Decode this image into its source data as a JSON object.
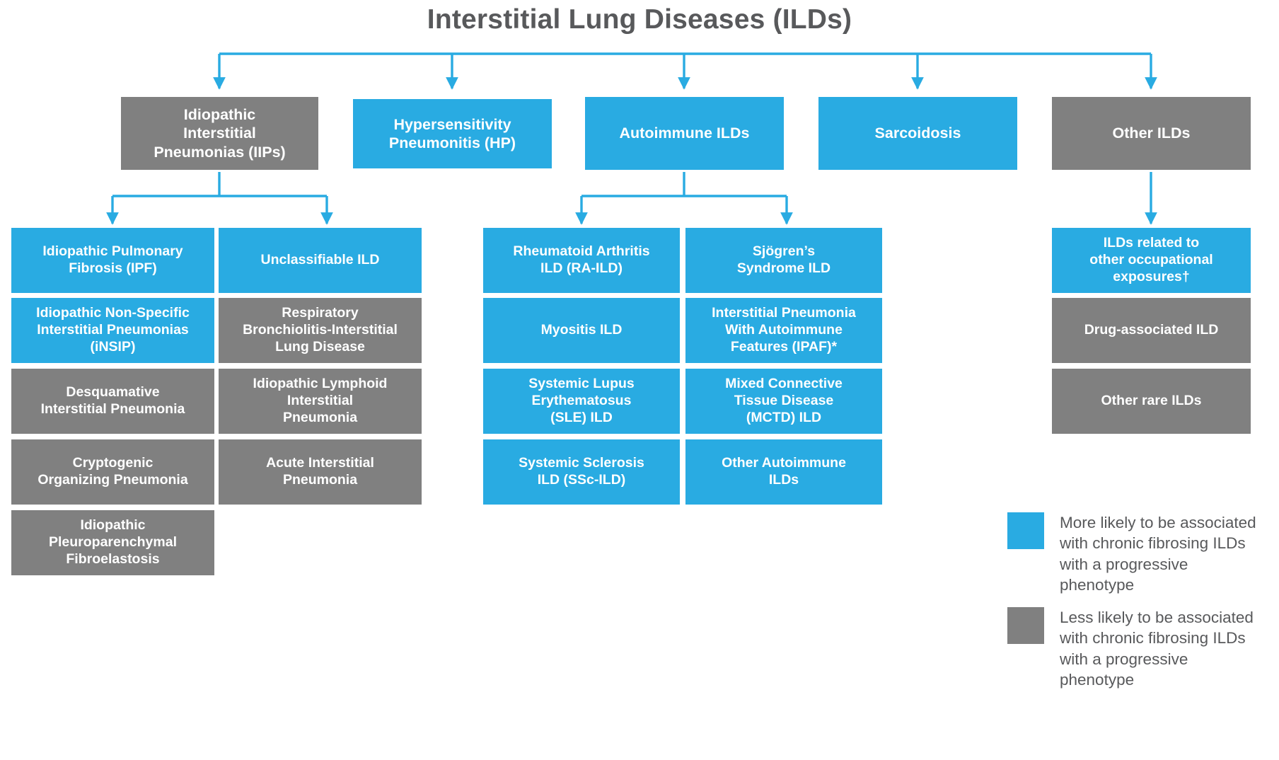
{
  "title": "Interstitial Lung Diseases (ILDs)",
  "colors": {
    "blue": "#29abe2",
    "gray": "#808080",
    "title_text": "#58595b",
    "legend_text": "#58595b",
    "background": "#ffffff"
  },
  "tier1": [
    {
      "id": "iip",
      "label": "Idiopathic\nInterstitial\nPneumonias (IIPs)",
      "color": "gray"
    },
    {
      "id": "hp",
      "label": "Hypersensitivity\nPneumonitis (HP)",
      "color": "blue"
    },
    {
      "id": "auto",
      "label": "Autoimmune ILDs",
      "color": "blue"
    },
    {
      "id": "sarc",
      "label": "Sarcoidosis",
      "color": "blue"
    },
    {
      "id": "other",
      "label": "Other ILDs",
      "color": "gray"
    }
  ],
  "iip_children_left": [
    {
      "label": "Idiopathic Pulmonary\nFibrosis (IPF)",
      "color": "blue"
    },
    {
      "label": "Idiopathic Non-Specific\nInterstitial Pneumonias\n(iNSIP)",
      "color": "blue"
    },
    {
      "label": "Desquamative\nInterstitial Pneumonia",
      "color": "gray"
    },
    {
      "label": "Cryptogenic\nOrganizing Pneumonia",
      "color": "gray"
    },
    {
      "label": "Idiopathic\nPleuroparenchymal\nFibroelastosis",
      "color": "gray"
    }
  ],
  "iip_children_right": [
    {
      "label": "Unclassifiable ILD",
      "color": "blue"
    },
    {
      "label": "Respiratory\nBronchiolitis-Interstitial\nLung Disease",
      "color": "gray"
    },
    {
      "label": "Idiopathic Lymphoid\nInterstitial\nPneumonia",
      "color": "gray"
    },
    {
      "label": "Acute Interstitial\nPneumonia",
      "color": "gray"
    }
  ],
  "autoimmune_children_left": [
    {
      "label": "Rheumatoid Arthritis\nILD (RA-ILD)",
      "color": "blue"
    },
    {
      "label": "Myositis ILD",
      "color": "blue"
    },
    {
      "label": "Systemic Lupus\nErythematosus\n(SLE) ILD",
      "color": "blue"
    },
    {
      "label": "Systemic Sclerosis\nILD (SSc-ILD)",
      "color": "blue"
    }
  ],
  "autoimmune_children_right": [
    {
      "label": "Sjögren’s\nSyndrome ILD",
      "color": "blue"
    },
    {
      "label": "Interstitial Pneumonia\nWith Autoimmune\nFeatures (IPAF)*",
      "color": "blue"
    },
    {
      "label": "Mixed Connective\nTissue Disease\n(MCTD) ILD",
      "color": "blue"
    },
    {
      "label": "Other Autoimmune\nILDs",
      "color": "blue"
    }
  ],
  "other_children": [
    {
      "label": "ILDs related to\nother occupational\nexposures†",
      "color": "blue"
    },
    {
      "label": "Drug-associated ILD",
      "color": "gray"
    },
    {
      "label": "Other rare ILDs",
      "color": "gray"
    }
  ],
  "legend": [
    {
      "color": "blue",
      "text": "More likely to be associated\nwith chronic fibrosing ILDs\nwith a progressive phenotype"
    },
    {
      "color": "gray",
      "text": "Less likely to be associated\nwith chronic fibrosing ILDs\nwith a progressive phenotype"
    }
  ]
}
